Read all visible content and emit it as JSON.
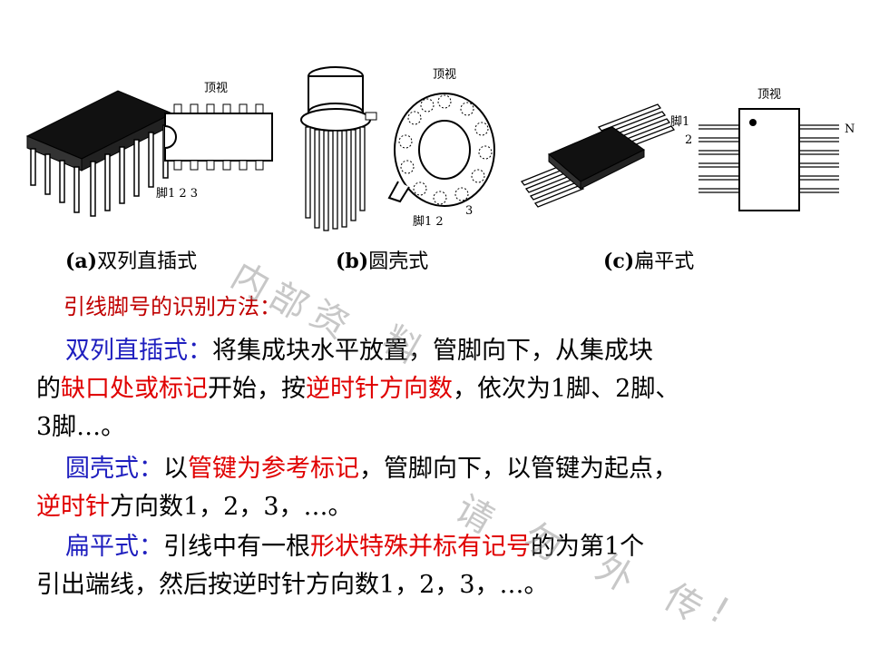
{
  "figures": {
    "a": {
      "top_label": "顶视",
      "pin_label": "脚1 2 3",
      "caption_letter": "(a)",
      "caption_text": "双列直插式"
    },
    "b": {
      "top_label": "顶视",
      "pin_label": "脚1 2",
      "pin_3": "3",
      "caption_letter": "(b)",
      "caption_text": "圆壳式"
    },
    "c": {
      "top_label": "顶视",
      "pin_1": "脚1",
      "pin_2": "2",
      "pin_n": "N",
      "caption_letter": "(c)",
      "caption_text": "扁平式"
    }
  },
  "heading": "引线脚号的识别方法：",
  "p1": {
    "title": "双列直插式：",
    "t1": "将集成块水平放置，管脚向下，从集成块",
    "t2": "的",
    "r1": "缺口处或标记",
    "t3": "开始，按",
    "r2": "逆时针方向数",
    "t4": "，依次为1脚、2脚、",
    "t5": "3脚…。"
  },
  "p2": {
    "title": "圆壳式：",
    "t1": "以",
    "r1": "管键为参考标记",
    "t2": "，管脚向下，以管键为起点，",
    "r2": "逆时针",
    "t3": "方向数1，2，3，…。"
  },
  "p3": {
    "title": "扁平式：",
    "t1": "引线中有一根",
    "r1": "形状特殊并标有记号",
    "t2": "的为第1个",
    "t3": "引出端线，然后按逆时针方向数1，2，3，…。"
  },
  "watermark": {
    "w1": "内",
    "w2": "部",
    "w3": "资",
    "w4": "料",
    "w5": "请",
    "w6": "勿",
    "w7": "外",
    "w8": "传",
    "w9": "!"
  }
}
